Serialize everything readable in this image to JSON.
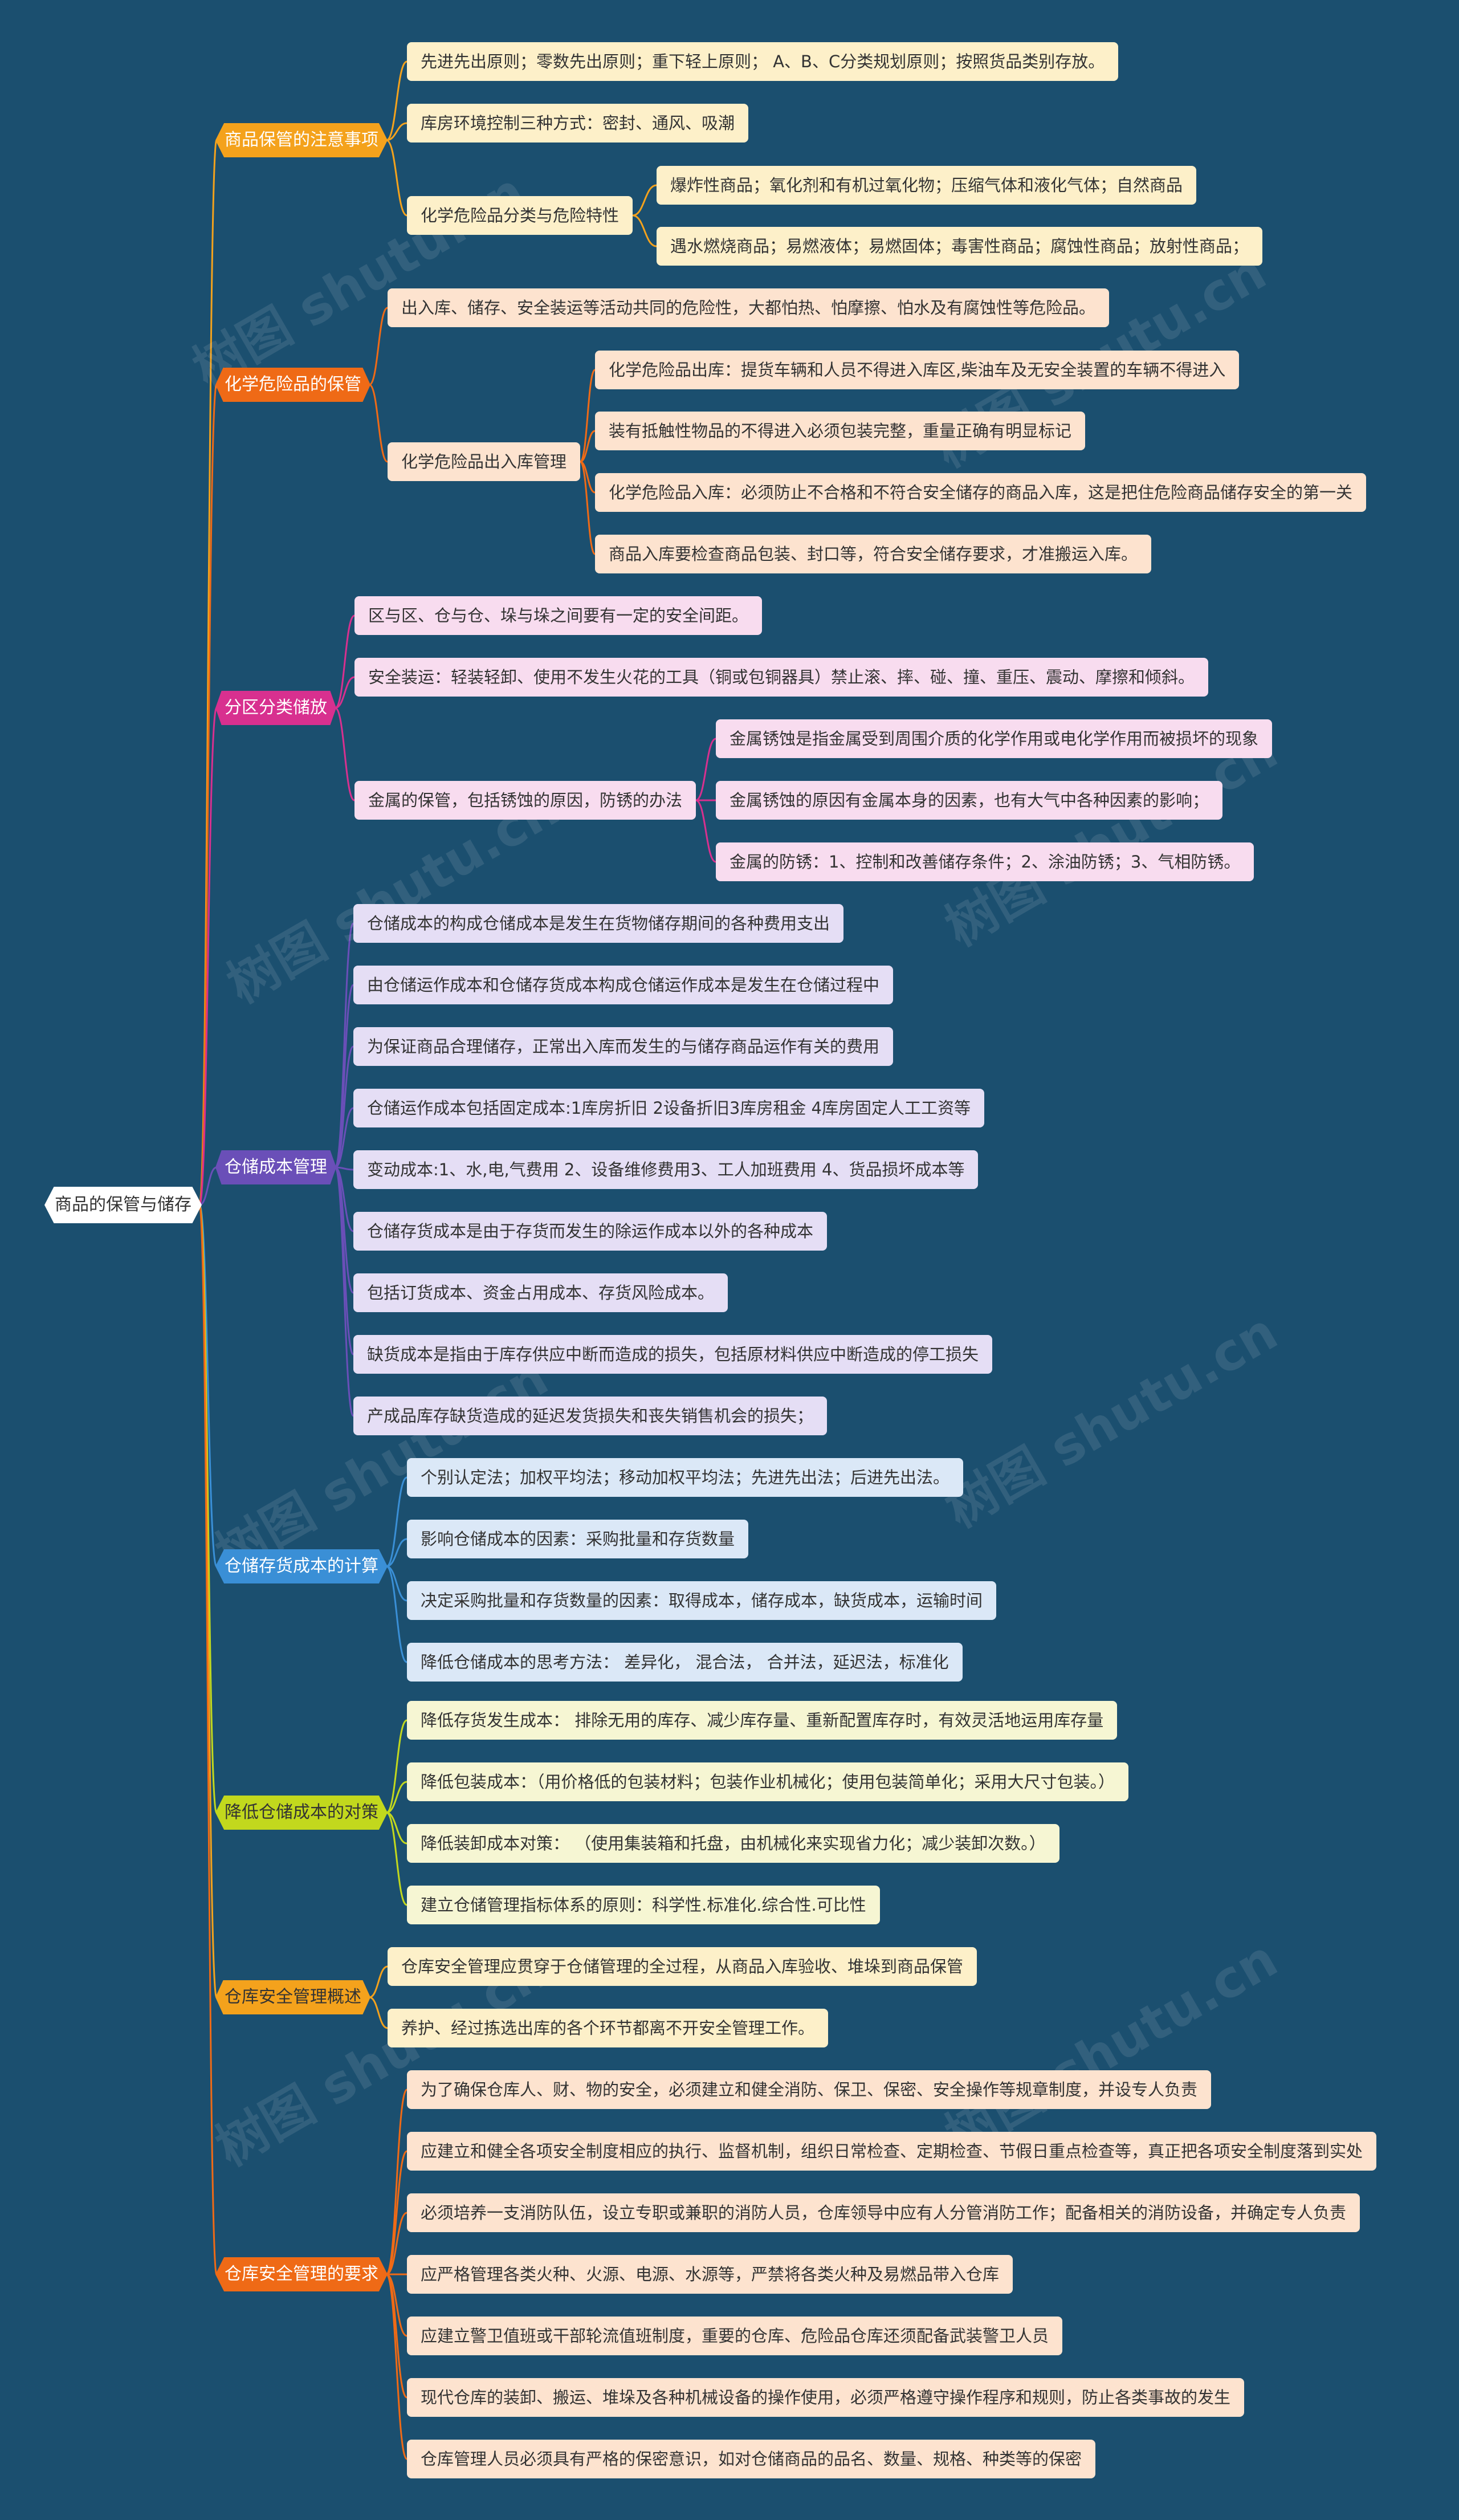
{
  "root": {
    "label": "商品的保管与储存"
  },
  "watermark": "树图 shutu.cn",
  "branches": [
    {
      "label": "商品保管的注意事项",
      "color": "#f4a21c",
      "text_color": "#ffffff",
      "leaf_bg": "#fdf0c9",
      "items": [
        {
          "label": "先进先出原则；零数先出原则；重下轻上原则；  A、B、C分类规划原则；按照货品类别存放。"
        },
        {
          "label": "库房环境控制三种方式：密封、通风、吸潮"
        },
        {
          "label": "化学危险品分类与危险特性",
          "children": [
            {
              "label": "爆炸性商品；氧化剂和有机过氧化物；压缩气体和液化气体；自然商品"
            },
            {
              "label": "遇水燃烧商品；易燃液体；易燃固体；毒害性商品；腐蚀性商品；放射性商品；"
            }
          ]
        }
      ]
    },
    {
      "label": "化学危险品的保管",
      "color": "#ef6a16",
      "text_color": "#ffffff",
      "leaf_bg": "#fde3cf",
      "items": [
        {
          "label": "出入库、储存、安全装运等活动共同的危险性，大都怕热、怕摩擦、怕水及有腐蚀性等危险品。"
        },
        {
          "label": "化学危险品出入库管理",
          "children": [
            {
              "label": "化学危险品出库：提货车辆和人员不得进入库区,柴油车及无安全装置的车辆不得进入"
            },
            {
              "label": "装有抵触性物品的不得进入必须包装完整，重量正确有明显标记"
            },
            {
              "label": "化学危险品入库：必须防止不合格和不符合安全储存的商品入库，这是把住危险商品储存安全的第一关"
            },
            {
              "label": "商品入库要检查商品包装、封口等，符合安全储存要求，才准搬运入库。"
            }
          ]
        }
      ]
    },
    {
      "label": "分区分类储放",
      "color": "#d8308f",
      "text_color": "#ffffff",
      "leaf_bg": "#f8dcef",
      "items": [
        {
          "label": "区与区、仓与仓、垛与垛之间要有一定的安全间距。"
        },
        {
          "label": "安全装运：轻装轻卸、使用不发生火花的工具（铜或包铜器具）禁止滚、摔、碰、撞、重压、震动、摩擦和倾斜。"
        },
        {
          "label": "金属的保管，包括锈蚀的原因，防锈的办法",
          "children": [
            {
              "label": "金属锈蚀是指金属受到周围介质的化学作用或电化学作用而被损坏的现象"
            },
            {
              "label": "金属锈蚀的原因有金属本身的因素，也有大气中各种因素的影响；"
            },
            {
              "label": "金属的防锈：1、控制和改善储存条件；2、涂油防锈；3、气相防锈。"
            }
          ]
        }
      ]
    },
    {
      "label": "仓储成本管理",
      "color": "#6a4fb8",
      "text_color": "#ffffff",
      "leaf_bg": "#e5def5",
      "items": [
        {
          "label": "仓储成本的构成仓储成本是发生在货物储存期间的各种费用支出"
        },
        {
          "label": "由仓储运作成本和仓储存货成本构成仓储运作成本是发生在仓储过程中"
        },
        {
          "label": "为保证商品合理储存，正常出入库而发生的与储存商品运作有关的费用"
        },
        {
          "label": "仓储运作成本包括固定成本:1库房折旧 2设备折旧3库房租金 4库房固定人工工资等"
        },
        {
          "label": "变动成本:1、水,电,气费用 2、设备维修费用3、工人加班费用 4、货品损坏成本等"
        },
        {
          "label": "仓储存货成本是由于存货而发生的除运作成本以外的各种成本"
        },
        {
          "label": "包括订货成本、资金占用成本、存货风险成本。"
        },
        {
          "label": "缺货成本是指由于库存供应中断而造成的损失，包括原材料供应中断造成的停工损失"
        },
        {
          "label": "产成品库存缺货造成的延迟发货损失和丧失销售机会的损失；"
        }
      ]
    },
    {
      "label": "仓储存货成本的计算",
      "color": "#3a8fd6",
      "text_color": "#ffffff",
      "leaf_bg": "#dbe8f7",
      "items": [
        {
          "label": "个别认定法；加权平均法；移动加权平均法；先进先出法；后进先出法。"
        },
        {
          "label": "影响仓储成本的因素：采购批量和存货数量"
        },
        {
          "label": "决定采购批量和存货数量的因素：取得成本，储存成本，缺货成本，运输时间"
        },
        {
          "label": "降低仓储成本的思考方法：  差异化，  混合法，  合并法，延迟法，标准化"
        }
      ]
    },
    {
      "label": "降低仓储成本的对策",
      "color": "#c2d81d",
      "text_color": "#333333",
      "leaf_bg": "#f6f6d3",
      "items": [
        {
          "label": "降低存货发生成本：  排除无用的库存、减少库存量、重新配置库存时，有效灵活地运用库存量"
        },
        {
          "label": "降低包装成本：（用价格低的包装材料；包装作业机械化；使用包装简单化；采用大尺寸包装。）"
        },
        {
          "label": "降低装卸成本对策：  （使用集装箱和托盘，由机械化来实现省力化；减少装卸次数。）"
        },
        {
          "label": "建立仓储管理指标体系的原则：科学性.标准化.综合性.可比性"
        }
      ]
    },
    {
      "label": "仓库安全管理概述",
      "color": "#f4a21c",
      "text_color": "#333333",
      "leaf_bg": "#fdf0c9",
      "items": [
        {
          "label": "仓库安全管理应贯穿于仓储管理的全过程，从商品入库验收、堆垛到商品保管"
        },
        {
          "label": "养护、经过拣选出库的各个环节都离不开安全管理工作。"
        }
      ]
    },
    {
      "label": "仓库安全管理的要求",
      "color": "#ef6a16",
      "text_color": "#ffffff",
      "leaf_bg": "#fde3cf",
      "items": [
        {
          "label": "为了确保仓库人、财、物的安全，必须建立和健全消防、保卫、保密、安全操作等规章制度，并设专人负责"
        },
        {
          "label": "应建立和健全各项安全制度相应的执行、监督机制，组织日常检查、定期检查、节假日重点检查等，真正把各项安全制度落到实处"
        },
        {
          "label": "必须培养一支消防队伍，设立专职或兼职的消防人员，仓库领导中应有人分管消防工作；配备相关的消防设备，并确定专人负责"
        },
        {
          "label": "应严格管理各类火种、火源、电源、水源等，严禁将各类火种及易燃品带入仓库"
        },
        {
          "label": "应建立警卫值班或干部轮流值班制度，重要的仓库、危险品仓库还须配备武装警卫人员"
        },
        {
          "label": "现代仓库的装卸、搬运、堆垛及各种机械设备的操作使用，必须严格遵守操作程序和规则，防止各类事故的发生"
        },
        {
          "label": "仓库管理人员必须具有严格的保密意识，如对仓储商品的品名、数量、规格、种类等的保密"
        }
      ]
    }
  ]
}
